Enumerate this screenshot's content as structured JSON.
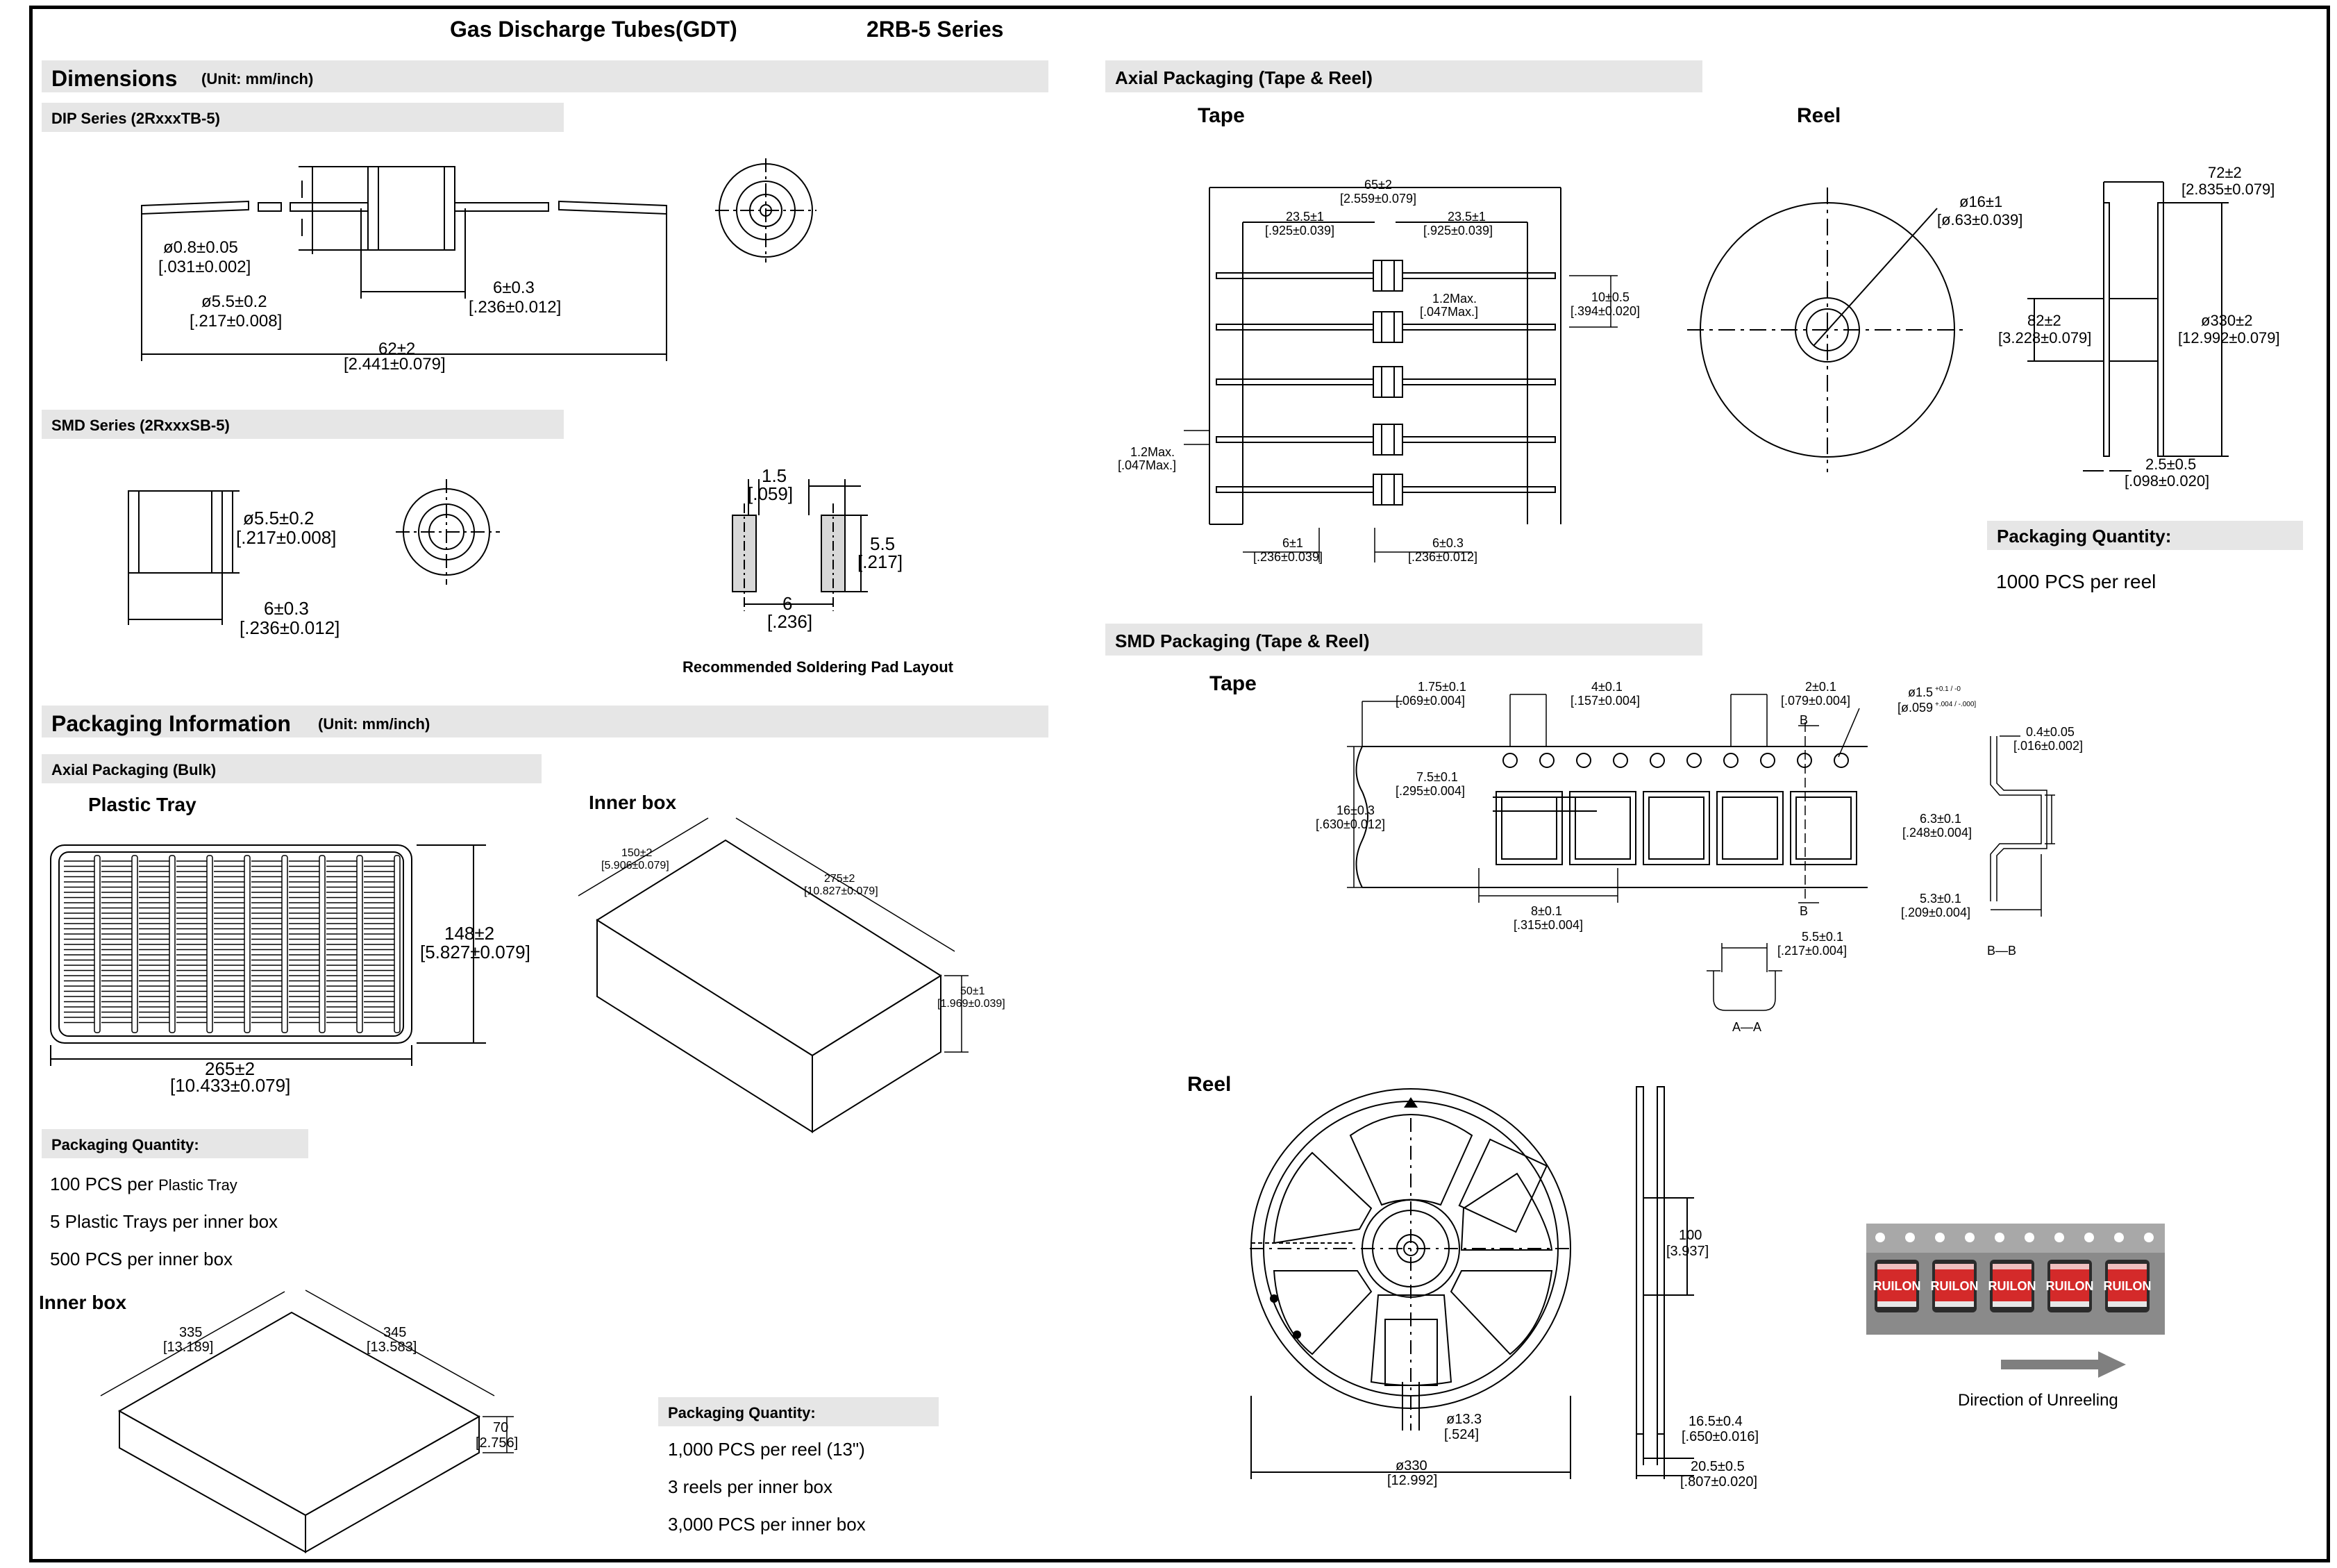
{
  "header": {
    "title": "Gas Discharge Tubes(GDT)",
    "series": "2RB-5 Series"
  },
  "dimensions": {
    "heading": "Dimensions",
    "unit": "(Unit: mm/inch)",
    "dip": {
      "heading": "DIP Series (2RxxxTB-5)",
      "lead_dia": "ø0.8±0.05",
      "lead_dia_in": "[.031±0.002]",
      "body_dia": "ø5.5±0.2",
      "body_dia_in": "[.217±0.008]",
      "body_len": "6±0.3",
      "body_len_in": "[.236±0.012]",
      "total_len": "62±2",
      "total_len_in": "[2.441±0.079]"
    },
    "smd": {
      "heading": "SMD Series (2RxxxSB-5)",
      "body_dia": "ø5.5±0.2",
      "body_dia_in": "[.217±0.008]",
      "body_len": "6±0.3",
      "body_len_in": "[.236±0.012]",
      "pad_w": "1.5",
      "pad_w_in": "[.059]",
      "pad_h": "5.5",
      "pad_h_in": "[.217]",
      "pad_gap": "6",
      "pad_gap_in": "[.236]",
      "pad_caption": "Recommended Soldering Pad Layout"
    }
  },
  "packaging_info": {
    "heading": "Packaging Information",
    "unit": "(Unit: mm/inch)",
    "bulk_heading": "Axial Packaging (Bulk)",
    "tray_label": "Plastic Tray",
    "tray_h": "148±2",
    "tray_h_in": "[5.827±0.079]",
    "tray_w": "265±2",
    "tray_w_in": "[10.433±0.079]",
    "innerbox1_label": "Inner box",
    "ib1_a": "150±2",
    "ib1_a_in": "[5.906±0.079]",
    "ib1_b": "275±2",
    "ib1_b_in": "[10.827±0.079]",
    "ib1_c": "50±1",
    "ib1_c_in": "[1.969±0.039]",
    "qty_heading": "Packaging Quantity:",
    "qty1_main": "100 PCS per",
    "qty1_small": "Plastic Tray",
    "qty2": "5 Plastic Trays per inner box",
    "qty3": "500 PCS per inner box",
    "innerbox2_label": "Inner box",
    "ib2_a": "335",
    "ib2_a_in": "[13.189]",
    "ib2_b": "345",
    "ib2_b_in": "[13.583]",
    "ib2_c": "70",
    "ib2_c_in": "[2.756]",
    "qty_heading2": "Packaging Quantity:",
    "reel_qty1": "1,000 PCS per reel (13\")",
    "reel_qty2": "3 reels per inner box",
    "reel_qty3": "3,000 PCS per inner box"
  },
  "axial_tr": {
    "heading": "Axial Packaging (Tape & Reel)",
    "tape_label": "Tape",
    "reel_label": "Reel",
    "t_total": "65±2",
    "t_total_in": "[2.559±0.079]",
    "t_left": "23.5±1",
    "t_left_in": "[.925±0.039]",
    "t_right": "23.5±1",
    "t_right_in": "[.925±0.039]",
    "t_pitch": "10±0.5",
    "t_pitch_in": "[.394±0.020]",
    "t_max1": "1.2Max.",
    "t_max1_in": "[.047Max.]",
    "t_max2": "1.2Max.",
    "t_max2_in": "[.047Max.]",
    "t_b1": "6±1",
    "t_b1_in": "[.236±0.039]",
    "t_b2": "6±0.3",
    "t_b2_in": "[.236±0.012]",
    "r_hole": "ø16±1",
    "r_hole_in": "[ø.63±0.039]",
    "r_width": "72±2",
    "r_width_in": "[2.835±0.079]",
    "r_hub": "82±2",
    "r_hub_in": "[3.228±0.079]",
    "r_dia": "ø330±2",
    "r_dia_in": "[12.992±0.079]",
    "r_flange": "2.5±0.5",
    "r_flange_in": "[.098±0.020]",
    "qty_heading": "Packaging Quantity:",
    "qty": "1000 PCS per reel"
  },
  "smd_tr": {
    "heading": "SMD Packaging (Tape & Reel)",
    "tape_label": "Tape",
    "reel_label": "Reel",
    "d1": "1.75±0.1",
    "d1_in": "[.069±0.004]",
    "d2": "4±0.1",
    "d2_in": "[.157±0.004]",
    "d3": "2±0.1",
    "d3_in": "[.079±0.004]",
    "d4": "ø1.5",
    "d4_tol": "+0.1 / -0",
    "d4_in": "[ø.059",
    "d4_in_tol": "+.004 / -.000]",
    "d5": "7.5±0.1",
    "d5_in": "[.295±0.004]",
    "d6": "16±0.3",
    "d6_in": "[.630±0.012]",
    "d7": "8±0.1",
    "d7_in": "[.315±0.004]",
    "d8": "5.5±0.1",
    "d8_in": "[.217±0.004]",
    "d9": "0.4±0.05",
    "d9_in": "[.016±0.002]",
    "d10": "6.3±0.1",
    "d10_in": "[.248±0.004]",
    "d11": "5.3±0.1",
    "d11_in": "[.209±0.004]",
    "sec_aa": "A—A",
    "sec_bb": "B—B",
    "mark_b": "B",
    "r_dia": "ø330",
    "r_dia_in": "[12.992]",
    "r_hub": "ø13.3",
    "r_hub_in": "[.524]",
    "r_100": "100",
    "r_100_in": "[3.937]",
    "r_w1": "16.5±0.4",
    "r_w1_in": "[.650±0.016]",
    "r_w2": "20.5±0.5",
    "r_w2_in": "[.807±0.020]",
    "brand_text": "RUILON",
    "direction": "Direction of Unreeling"
  },
  "colors": {
    "bar_bg": "#e6e6e6",
    "part_red": "#d42a2a",
    "tape_gray": "#8a8a8a",
    "arrow_gray": "#7f7f7f"
  }
}
